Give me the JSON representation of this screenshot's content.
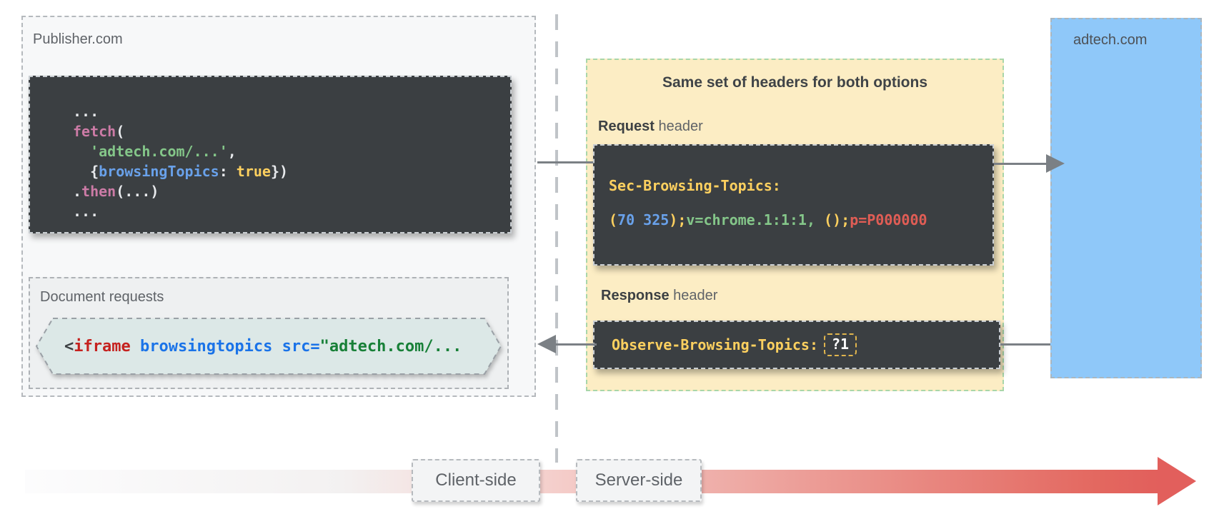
{
  "publisher": {
    "title": "Publisher.com",
    "code": {
      "l1": "...",
      "l2_kw": "fetch",
      "l2_rest": "(",
      "l3_str": "  'adtech.com/...'",
      "l3_comma": ",",
      "l4_open": "  {",
      "l4_prop": "browsingTopics",
      "l4_colon": ": ",
      "l4_val": "true",
      "l4_close": "})",
      "l5_dot": ".",
      "l5_kw": "then",
      "l5_rest": "(...)",
      "l6": "..."
    },
    "doc_requests": {
      "title": "Document requests",
      "code": {
        "lt": "<",
        "tag": "iframe",
        "attr": " browsingtopics",
        "src": " src=",
        "str": "\"adtech.com/..."
      }
    }
  },
  "headers_panel": {
    "title": "Same set of headers for both options",
    "request_label_bold": "Request",
    "request_label_rest": " header",
    "request_header": {
      "name": "Sec-Browsing-Topics:",
      "v_open": "(",
      "v_nums": "70 325",
      "v_close": ");",
      "v_version": "v=chrome.1:1:1,",
      "v_empty": " ();",
      "v_p": "p=P000000"
    },
    "response_label_bold": "Response",
    "response_label_rest": " header",
    "response_header": {
      "name": "Observe-Browsing-Topics:",
      "value": "?1"
    }
  },
  "adtech": {
    "title": "adtech.com"
  },
  "timeline": {
    "client": "Client-side",
    "server": "Server-side"
  },
  "colors": {
    "panel_yellow": "#fcedc4",
    "panel_border_green": "#a9d6a9",
    "adtech_blue": "#8fc8f9",
    "code_background": "#3b3f42",
    "timeline_red": "#e25f5c",
    "syntax_yellow": "#fdd05f",
    "syntax_blue": "#69a1ea",
    "syntax_green": "#84c689",
    "syntax_pink": "#cc7ba6",
    "syntax_red": "#e05d55"
  }
}
